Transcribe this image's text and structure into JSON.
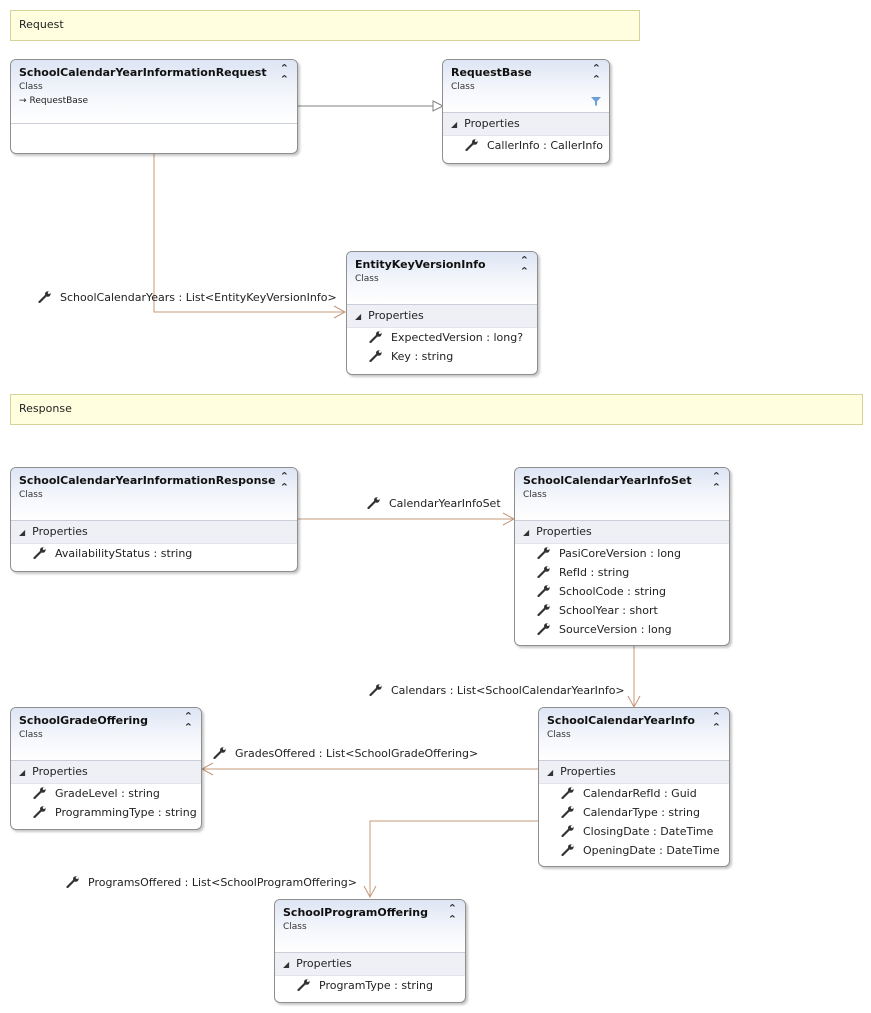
{
  "sections": {
    "request": "Request",
    "response": "Response"
  },
  "common": {
    "kind": "Class",
    "properties_group": "Properties"
  },
  "classes": {
    "request_class": {
      "name": "SchoolCalendarYearInformationRequest",
      "base": "RequestBase"
    },
    "request_base": {
      "name": "RequestBase",
      "props": [
        "CallerInfo : CallerInfo"
      ]
    },
    "entity_key": {
      "name": "EntityKeyVersionInfo",
      "props": [
        "ExpectedVersion : long?",
        "Key : string"
      ]
    },
    "response_class": {
      "name": "SchoolCalendarYearInformationResponse",
      "props": [
        "AvailabilityStatus : string"
      ]
    },
    "info_set": {
      "name": "SchoolCalendarYearInfoSet",
      "props": [
        "PasiCoreVersion : long",
        "RefId : string",
        "SchoolCode : string",
        "SchoolYear : short",
        "SourceVersion : long"
      ]
    },
    "grade_offering": {
      "name": "SchoolGradeOffering",
      "props": [
        "GradeLevel : string",
        "ProgrammingType : string"
      ]
    },
    "calendar_info": {
      "name": "SchoolCalendarYearInfo",
      "props": [
        "CalendarRefId : Guid",
        "CalendarType : string",
        "ClosingDate : DateTime",
        "OpeningDate : DateTime"
      ]
    },
    "program_offering": {
      "name": "SchoolProgramOffering",
      "props": [
        "ProgramType : string"
      ]
    }
  },
  "associations": {
    "school_calendar_years": "SchoolCalendarYears : List<EntityKeyVersionInfo>",
    "calendar_year_info_set": "CalendarYearInfoSet",
    "calendars": "Calendars : List<SchoolCalendarYearInfo>",
    "grades_offered": "GradesOffered : List<SchoolGradeOffering>",
    "programs_offered": "ProgramsOffered : List<SchoolProgramOffering>"
  },
  "colors": {
    "association_line": "#c4987a",
    "inheritance_line": "#808080",
    "section_fill": "#ffffe0",
    "header_gradient": "#dde5f4"
  }
}
